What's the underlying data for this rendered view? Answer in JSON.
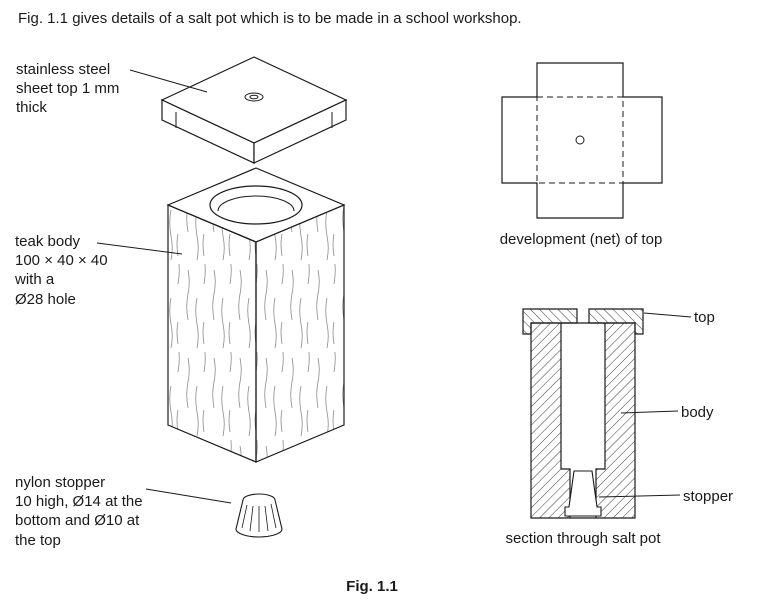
{
  "intro": "Fig. 1.1 gives details of a salt pot which is to be made in a school workshop.",
  "figure_caption": "Fig. 1.1",
  "pictorial": {
    "lid_label": "stainless steel\nsheet top 1 mm\nthick",
    "body_label": "teak body\n100 × 40 × 40\nwith a\nØ28 hole",
    "stopper_label": "nylon stopper\n10 high, Ø14 at the\nbottom and Ø10 at\nthe top"
  },
  "net": {
    "caption": "development (net) of top"
  },
  "section": {
    "caption": "section through salt pot",
    "labels": {
      "top": "top",
      "body": "body",
      "stopper": "stopper"
    }
  },
  "ink_color": "#1a1a1a"
}
